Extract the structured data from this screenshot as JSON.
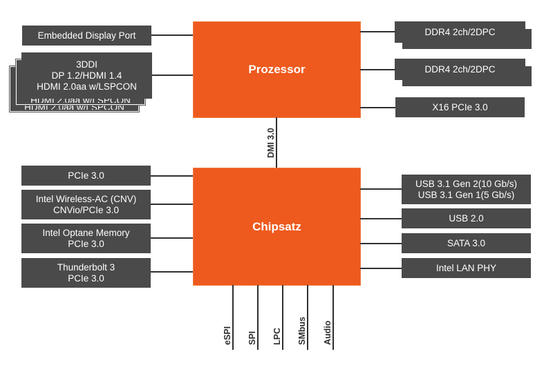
{
  "colors": {
    "chip": "#ee5a1e",
    "interface_box": "#4a4a4a",
    "line": "#2f2f2f",
    "text_on_dark": "#ffffff"
  },
  "processor": {
    "label": "Prozessor",
    "left": [
      {
        "lines": [
          "Embedded Display Port"
        ]
      },
      {
        "lines": [
          "3DDI",
          "DP 1.2/HDMI 1.4",
          "HDMI 2.0aa w/LSPCON"
        ],
        "stack_count": 3,
        "ghost_text": "HDMI 2.0aa w/LSPCON"
      }
    ],
    "right": [
      {
        "lines": [
          "DDR4 2ch/2DPC"
        ],
        "stack_count": 2
      },
      {
        "lines": [
          "DDR4 2ch/2DPC"
        ],
        "stack_count": 2
      },
      {
        "lines": [
          "X16 PCIe 3.0"
        ]
      }
    ]
  },
  "link": {
    "label": "DMI 3.0"
  },
  "chipset": {
    "label": "Chipsatz",
    "left": [
      {
        "lines": [
          "PCIe 3.0"
        ]
      },
      {
        "lines": [
          "Intel Wireless-AC (CNV)",
          "CNVio/PCIe 3.0"
        ]
      },
      {
        "lines": [
          "Intel Optane Memory",
          "PCIe 3.0"
        ]
      },
      {
        "lines": [
          "Thunderbolt 3",
          "PCIe 3.0"
        ]
      }
    ],
    "right": [
      {
        "lines": [
          "USB 3.1 Gen 2(10 Gb/s)",
          "USB 3.1 Gen 1(5 Gb/s)"
        ]
      },
      {
        "lines": [
          "USB 2.0"
        ]
      },
      {
        "lines": [
          "SATA 3.0"
        ]
      },
      {
        "lines": [
          "Intel LAN PHY"
        ]
      }
    ],
    "bottom": [
      "eSPI",
      "SPI",
      "LPC",
      "SMbus",
      "Audio"
    ]
  }
}
